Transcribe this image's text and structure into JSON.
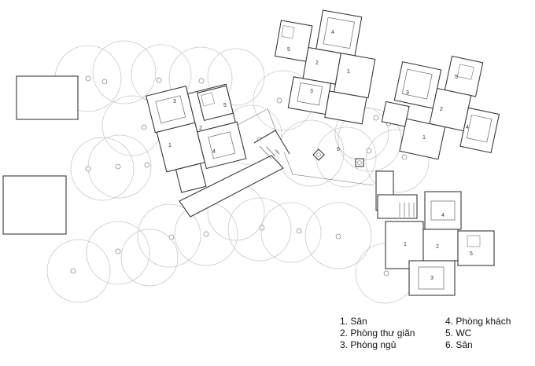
{
  "room_labels": {
    "r1": "1",
    "r2": "2",
    "r3": "3",
    "r4": "4",
    "r5": "5",
    "r6": "6"
  },
  "legend": {
    "col1": [
      "1. Sân",
      "2. Phòng thư giãn",
      "3. Phòng ngủ"
    ],
    "col2": [
      "4. Phòng khách",
      "5. WC",
      "6. Sân"
    ]
  },
  "colors": {
    "line": "#3a3a3a",
    "tree": "#c9c9c9",
    "background": "#ffffff"
  }
}
